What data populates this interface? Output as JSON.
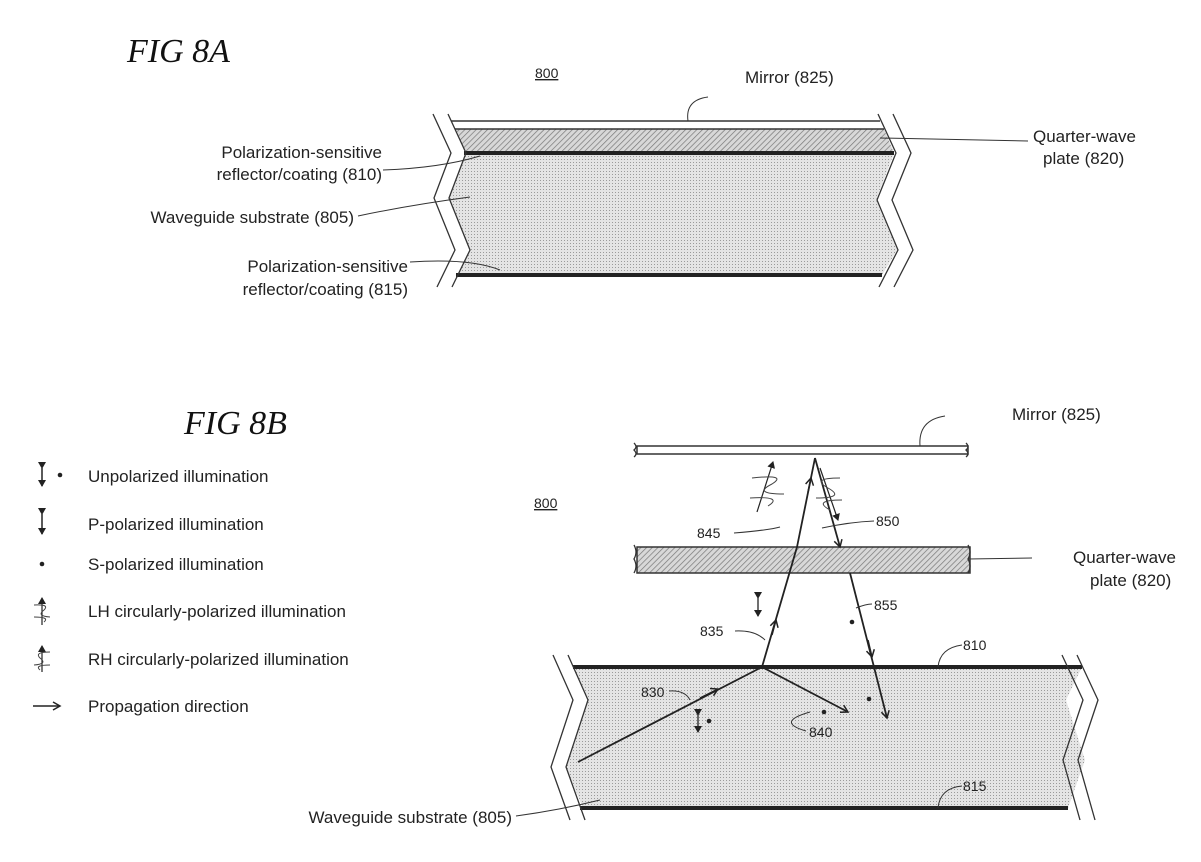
{
  "fig_a": {
    "title": "FIG 8A",
    "ref": "800",
    "mirror": "Mirror (825)",
    "qwp_line1": "Quarter-wave",
    "qwp_line2": "plate (820)",
    "psr_top_line1": "Polarization-sensitive",
    "psr_top_line2": "reflector/coating (810)",
    "substrate": "Waveguide substrate (805)",
    "psr_bottom_line1": "Polarization-sensitive",
    "psr_bottom_line2": "reflector/coating (815)"
  },
  "fig_b": {
    "title": "FIG 8B",
    "ref": "800",
    "mirror": "Mirror (825)",
    "qwp_line1": "Quarter-wave",
    "qwp_line2": "plate (820)",
    "substrate": "Waveguide substrate (805)",
    "refs": {
      "r810": "810",
      "r815": "815",
      "r830": "830",
      "r835": "835",
      "r840": "840",
      "r845": "845",
      "r850": "850",
      "r855": "855"
    },
    "legend": [
      {
        "icon": "unpolarized-icon",
        "label": "Unpolarized illumination"
      },
      {
        "icon": "p-polarized-icon",
        "label": "P-polarized illumination"
      },
      {
        "icon": "s-polarized-icon",
        "label": "S-polarized illumination"
      },
      {
        "icon": "lh-circular-icon",
        "label": "LH circularly-polarized illumination"
      },
      {
        "icon": "rh-circular-icon",
        "label": "RH circularly-polarized illumination"
      },
      {
        "icon": "arrow-icon",
        "label": "Propagation direction"
      }
    ]
  }
}
